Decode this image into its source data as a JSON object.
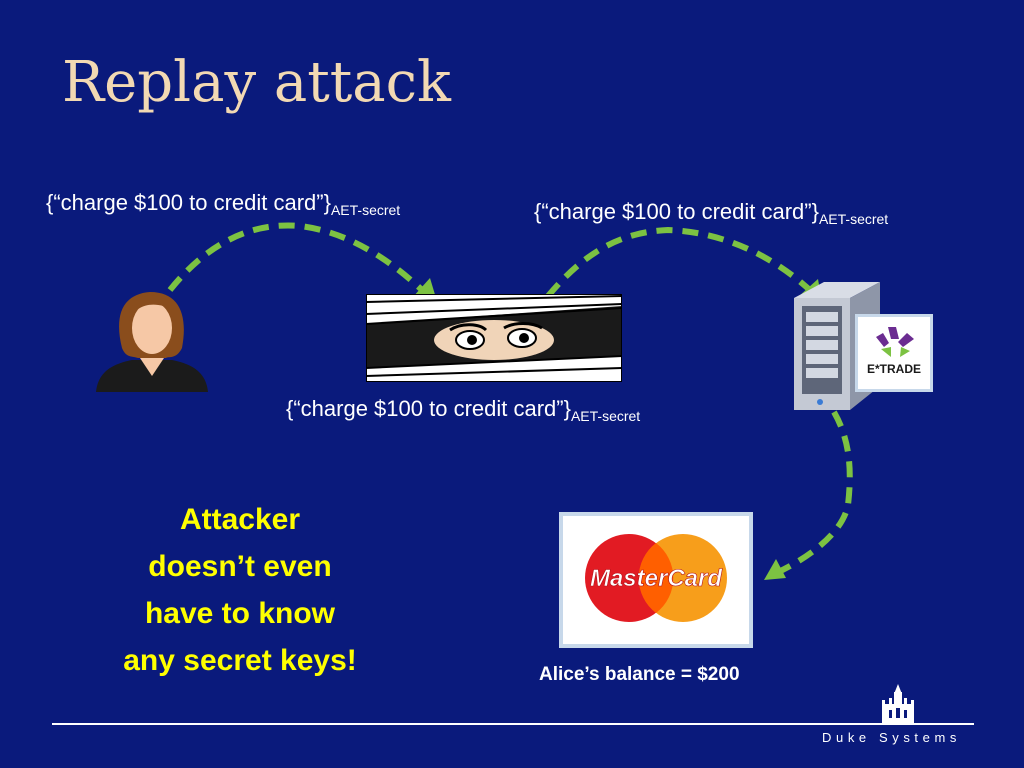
{
  "slide": {
    "title": "Replay attack",
    "note_lines": [
      "Attacker",
      "doesn’t even",
      "have to know",
      "any secret keys!"
    ],
    "balance": "Alice’s balance = $200",
    "footer": "Duke Systems"
  },
  "messages": [
    {
      "text": "{“charge $100 to credit card”}",
      "subscript": "AET-secret"
    },
    {
      "text": "{“charge $100 to credit card”}",
      "subscript": "AET-secret"
    },
    {
      "text": "{“charge $100 to credit card”}",
      "subscript": "AET-secret"
    }
  ],
  "logos": {
    "etrade": "E*TRADE",
    "mastercard": "MasterCard"
  },
  "colors": {
    "background": "#0a1a7c",
    "title": "#f2d9b3",
    "arrow": "#7cc242",
    "note": "#ffff00",
    "mastercard_red": "#e21b23",
    "mastercard_orange": "#f79e1b"
  },
  "icons": [
    "alice-person-icon",
    "eavesdropper-blinds-icon",
    "server-icon",
    "etrade-logo",
    "mastercard-logo",
    "duke-chapel-icon"
  ]
}
